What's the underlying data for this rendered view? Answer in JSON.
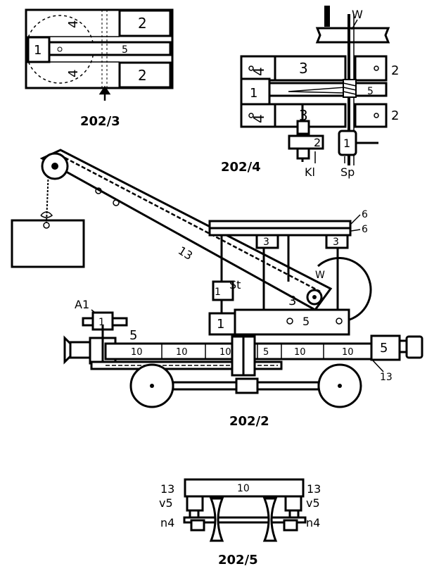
{
  "figures": {
    "fig_top_left": {
      "caption": "202/3",
      "labels": {
        "l1": "1",
        "l2a": "2",
        "l2b": "2",
        "l4a": "4",
        "l4b": "4",
        "l5": "5"
      }
    },
    "fig_top_right": {
      "caption": "202/4",
      "labels": {
        "w": "W",
        "l4a": "4",
        "l4b": "4",
        "l3a": "3",
        "l3b": "3",
        "l2a": "2",
        "l2b": "2",
        "l1": "1",
        "l5": "5",
        "l2c": "2",
        "l1b": "1",
        "kl": "Kl",
        "sp": "Sp"
      }
    },
    "fig_crane": {
      "caption": "202/2",
      "labels": {
        "l6a": "6",
        "l6b": "6",
        "l3a": "3",
        "l3b": "3",
        "l13a": "13",
        "w": "W",
        "st": "St",
        "l1a": "1",
        "l3c": "3",
        "l1b": "1",
        "l5a": "5",
        "a1": "A1",
        "l1c": "1",
        "l5b": "5",
        "b10a": "10",
        "b10b": "10",
        "b10c": "10",
        "b5": "5",
        "b10d": "10",
        "b10e": "10",
        "b5end": "5",
        "l13b": "13"
      }
    },
    "fig_bottom": {
      "caption": "202/5",
      "labels": {
        "l10": "10",
        "l13a": "13",
        "l13b": "13",
        "v5a": "v5",
        "v5b": "v5",
        "n4a": "n4",
        "n4b": "n4"
      }
    }
  }
}
